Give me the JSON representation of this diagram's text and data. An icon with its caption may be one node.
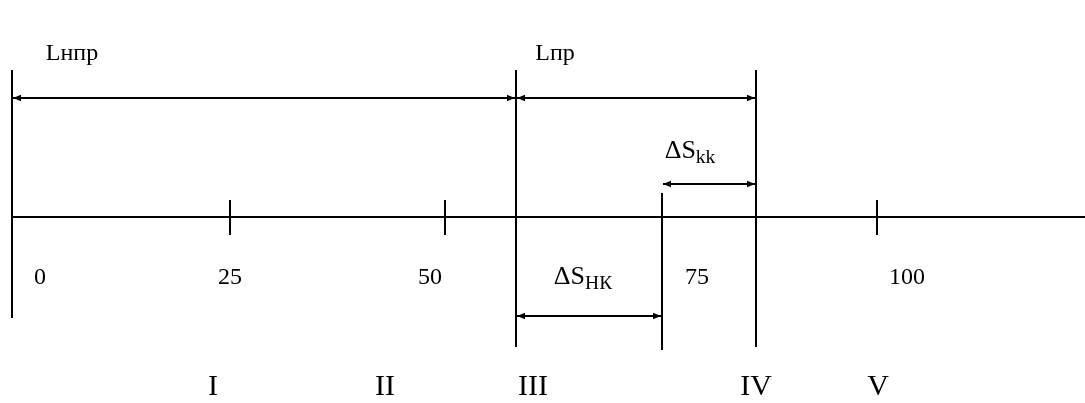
{
  "diagram": {
    "labels": [
      "Lнпр",
      "Lпр",
      "ΔS$_{kk}$",
      "0",
      "25",
      "50",
      "ΔS$_{НК}$",
      "75",
      "100",
      "I",
      "II",
      "III",
      "IV",
      "V"
    ]
  }
}
